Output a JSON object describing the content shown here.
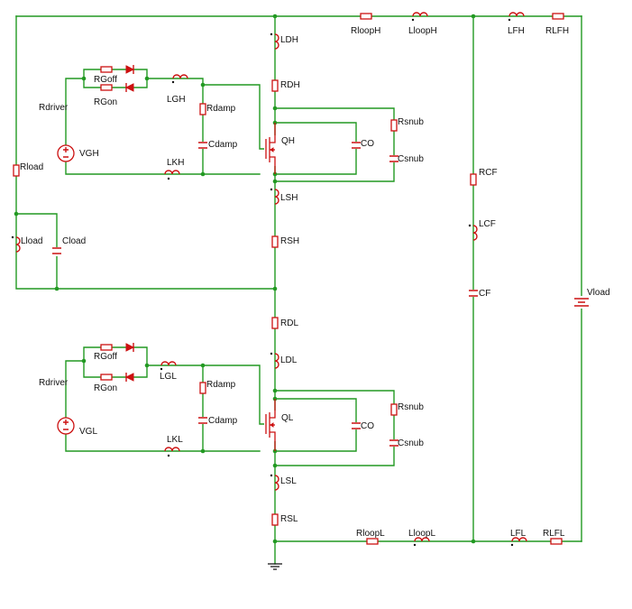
{
  "components": {
    "r_loop_h": "RloopH",
    "l_loop_h": "LloopH",
    "l_fh": "LFH",
    "r_lfh": "RLFH",
    "l_dh": "LDH",
    "r_dh": "RDH",
    "rgoff_h": "RGoff",
    "rgon_h": "RGon",
    "rdriver_h": "Rdriver",
    "lgh": "LGH",
    "rdamp_h": "Rdamp",
    "cdamp_h": "Cdamp",
    "vgh": "VGH",
    "lkh": "LKH",
    "qh": "QH",
    "co_h": "CO",
    "rsnub_h": "Rsnub",
    "csnub_h": "Csnub",
    "rload": "Rload",
    "lload": "Lload",
    "cload": "Cload",
    "lsh": "LSH",
    "rsh": "RSH",
    "rcf": "RCF",
    "lcf": "LCF",
    "cf": "CF",
    "vload": "Vload",
    "rdl": "RDL",
    "ldl": "LDL",
    "rgoff_l": "RGoff",
    "rgon_l": "RGon",
    "rdriver_l": "Rdriver",
    "lgl": "LGL",
    "rdamp_l": "Rdamp",
    "cdamp_l": "Cdamp",
    "vgl": "VGL",
    "lkl": "LKL",
    "ql": "QL",
    "co_l": "CO",
    "rsnub_l": "Rsnub",
    "csnub_l": "Csnub",
    "lsl": "LSL",
    "rsl": "RSL",
    "r_loop_l": "RloopL",
    "l_loop_l": "LloopL",
    "l_fl": "LFL",
    "r_lfl": "RLFL"
  },
  "colors": {
    "wire": "#229922",
    "component": "#cc1111",
    "label": "#111111"
  }
}
